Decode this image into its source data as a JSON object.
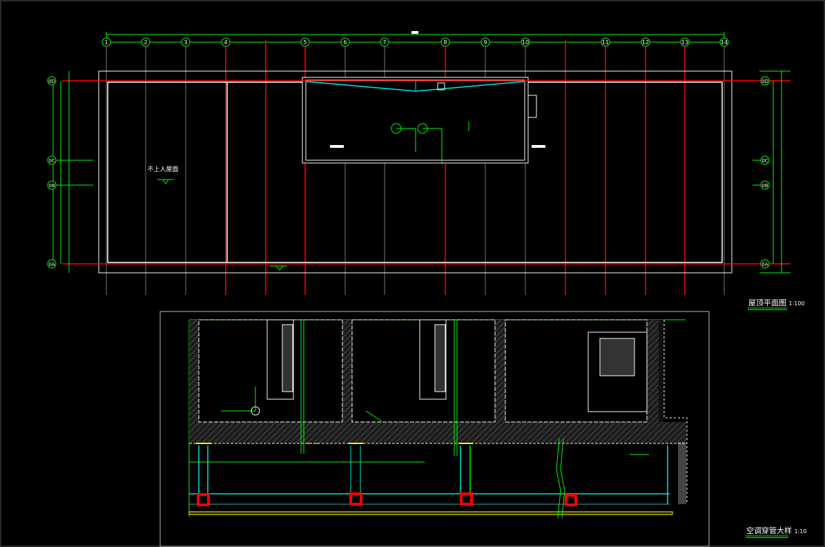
{
  "drawing": {
    "plan_title": "屋顶平面图",
    "plan_scale": "1:100",
    "detail_title": "空调穿管大样",
    "detail_scale": "1:10",
    "roof_label": "不上人屋面",
    "column_axes": [
      "1",
      "2",
      "3",
      "4",
      "5",
      "6",
      "7",
      "8",
      "9",
      "10",
      "11",
      "12",
      "13",
      "14"
    ],
    "row_axes": [
      "0D",
      "0C",
      "0B",
      "0A"
    ]
  },
  "colors": {
    "background": "#000000",
    "axis": "#00ff00",
    "structure": "#ff0000",
    "outline": "#ffffff",
    "slope": "#00e5e5",
    "finish": "#ffff00",
    "hatch": "#3a3a3a"
  }
}
